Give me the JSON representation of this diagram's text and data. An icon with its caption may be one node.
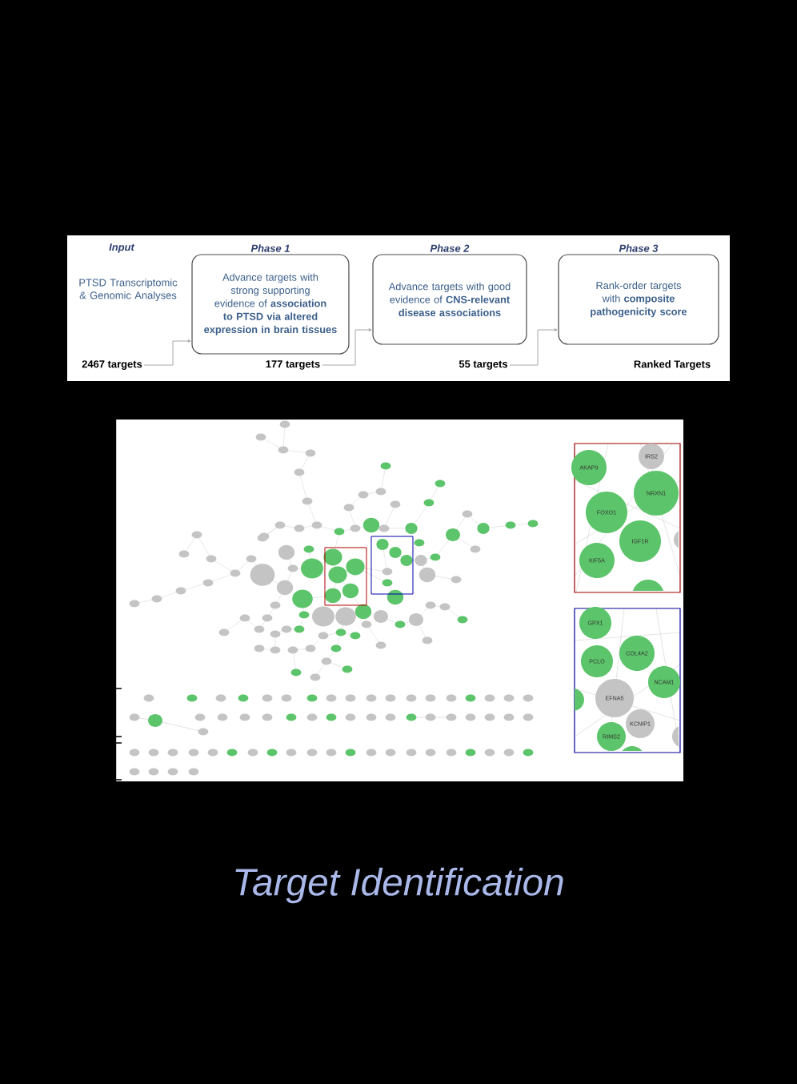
{
  "diagram": {
    "title": "Target Identification",
    "nodes": [
      {
        "text": [
          "2467 targets"
        ]
      },
      {
        "text": [
          "Phase 1",
          "Advance targets with strong supporting evidence of **association to PTSD via altered expression in brain tissues**"
        ]
      },
      {
        "text": [
          "177 targets"
        ]
      },
      {
        "text": [
          "Phase 2",
          "Advance targets with good evidence of **CNS-relevant disease associations**"
        ]
      },
      {
        "text": [
          "55 targets"
        ]
      },
      {
        "text": [
          "Phase 3",
          "Rank-order targets with **composite pathogenicity score**"
        ]
      },
      {
        "text": [
          "AKAP9"
        ]
      },
      {
        "text": [
          "IRS2"
        ]
      },
      {
        "text": [
          "NRXN1"
        ]
      },
      {
        "text": [
          "FOXO1"
        ]
      },
      {
        "text": [
          "IGF1R"
        ]
      },
      {
        "text": [
          "KIF5A"
        ]
      },
      {
        "text": [
          "GPX1"
        ]
      },
      {
        "text": [
          "COL4A2"
        ]
      },
      {
        "text": [
          "PCLO"
        ]
      },
      {
        "text": [
          "NCAM1"
        ]
      },
      {
        "text": [
          "EFNA5"
        ]
      },
      {
        "text": [
          "RIMS2"
        ]
      },
      {
        "text": [
          "KCNIP1"
        ]
      },
      {
        "text": [],
        "shape": "circle"
      },
      {
        "text": [],
        "shape": "circle"
      },
      {
        "text": [],
        "shape": "circle"
      },
      {
        "text": [],
        "shape": "circle"
      },
      {
        "text": [],
        "shape": "circle"
      }
    ],
    "edges": [
      {
        "from": 0,
        "to": 1,
        "arrow": "to"
      },
      {
        "from": 2,
        "to": 3,
        "arrow": "to"
      },
      {
        "from": 4,
        "to": 5,
        "arrow": "to"
      }
    ],
    "labels": [
      "Input",
      "PTSD Transcriptomic & Genomic Analyses",
      "Ranked Targets"
    ]
  }
}
